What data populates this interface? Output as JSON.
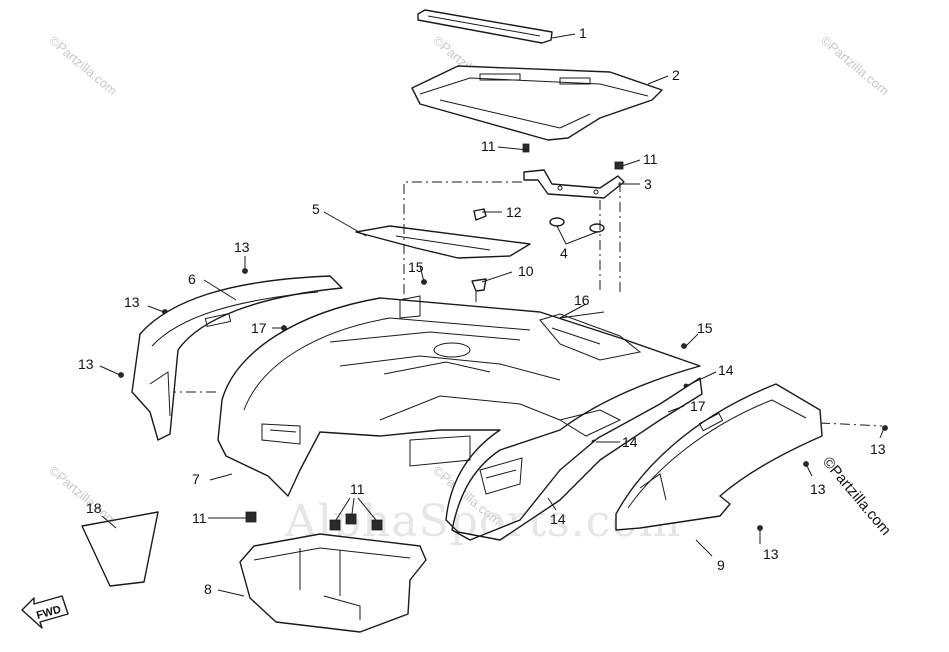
{
  "watermarks": {
    "site": "©Partzilla.com",
    "large": "AlphaSports.com",
    "copyright_side": "©Partzilla.com"
  },
  "direction_arrow": "FWD",
  "callouts": {
    "c1": "1",
    "c2": "2",
    "c3": "3",
    "c4": "4",
    "c5": "5",
    "c6": "6",
    "c7": "7",
    "c8": "8",
    "c9": "9",
    "c10": "10",
    "c11a": "11",
    "c11b": "11",
    "c11c": "11",
    "c11d": "11",
    "c12": "12",
    "c13a": "13",
    "c13b": "13",
    "c13c": "13",
    "c13d": "13",
    "c13e": "13",
    "c13f": "13",
    "c14a": "14",
    "c14b": "14",
    "c14c": "14",
    "c15a": "15",
    "c15b": "15",
    "c16": "16",
    "c17a": "17",
    "c17b": "17",
    "c18": "18"
  },
  "colors": {
    "line": "#1a1a1a",
    "watermark": "#c9c9c9",
    "background": "#ffffff"
  }
}
